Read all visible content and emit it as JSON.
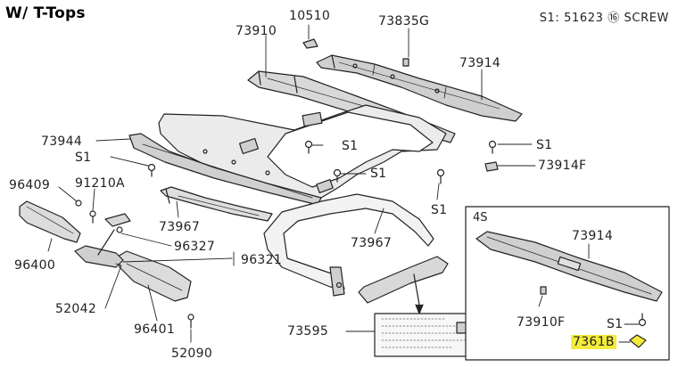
{
  "title": "W/ T-Tops",
  "screw_note": "S1: 51623 ⑯ SCREW",
  "inset_label": "4S",
  "label_colors": {
    "highlight": "#f3ec3a"
  },
  "callouts": {
    "p10510": "10510",
    "p73835g": "73835G",
    "p73910": "73910",
    "p73914_main": "73914",
    "p73944": "73944",
    "s1_left": "S1",
    "s1_mid_a": "S1",
    "s1_mid_b": "S1",
    "s1_right_a": "S1",
    "s1_right_b": "S1",
    "p73914f": "73914F",
    "p96409": "96409",
    "p91210a": "91210A",
    "p73967_a": "73967",
    "p96327": "96327",
    "p96321": "96321",
    "p96400": "96400",
    "p73967_b": "73967",
    "p52042": "52042",
    "p96401": "96401",
    "p52090": "52090",
    "p73595": "73595",
    "inset_73914": "73914",
    "inset_73910f": "73910F",
    "inset_s1": "S1",
    "inset_73618": "7361B"
  }
}
